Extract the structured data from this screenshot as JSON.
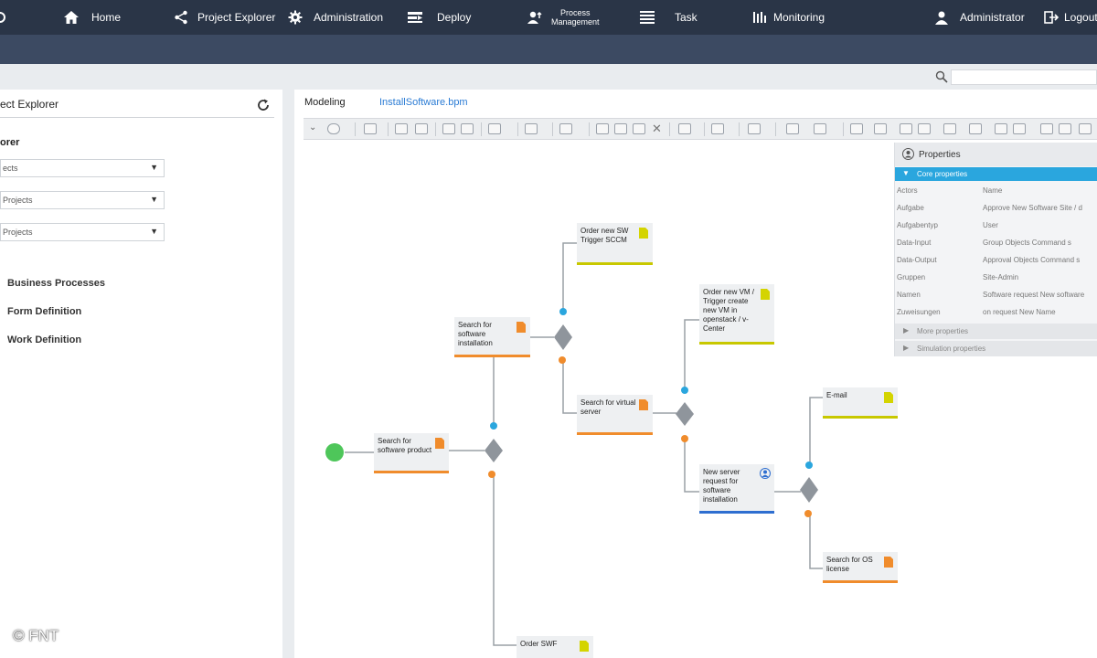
{
  "nav": {
    "home": "Home",
    "project_explorer": "Project Explorer",
    "administration": "Administration",
    "deploy": "Deploy",
    "process_management_line1": "Process",
    "process_management_line2": "Management",
    "task": "Task",
    "monitoring": "Monitoring",
    "user": "Administrator",
    "logout": "Logout"
  },
  "left": {
    "panel_title": "ect Explorer",
    "explorer_heading": "orer",
    "dropdowns": [
      {
        "value": "ects"
      },
      {
        "value": " Projects"
      },
      {
        "value": " Projects"
      }
    ],
    "tree": [
      "Business Processes",
      "Form Definition",
      "Work Definition"
    ]
  },
  "main": {
    "tab_modeling": "Modeling",
    "tab_file": "InstallSoftware.bpm"
  },
  "properties": {
    "header": "Properties",
    "core": "Core properties",
    "rows": [
      {
        "k": "Actors",
        "v": "Name"
      },
      {
        "k": "Aufgabe",
        "v": "Approve New Software Site / d"
      },
      {
        "k": "Aufgabentyp",
        "v": "User"
      },
      {
        "k": "Data-Input",
        "v": "Group Objects Command s"
      },
      {
        "k": "Data-Output",
        "v": "Approval Objects Command s"
      },
      {
        "k": "Gruppen",
        "v": "Site-Admin"
      },
      {
        "k": "Namen",
        "v": "Software request New software"
      },
      {
        "k": "Zuweisungen",
        "v": "on request New Name"
      }
    ],
    "more": "More properties",
    "simulation": "Simulation properties"
  },
  "nodes": {
    "search_product": "Search for software product",
    "search_install": "Search for software installation",
    "order_sw": "Order new SW Trigger SCCM",
    "search_virtual": "Search for virtual server",
    "order_vm": "Order new VM / Trigger create new VM in openstack / v-Center",
    "new_server": "New server request for software installation",
    "email": "E-mail",
    "search_os": "Search for OS license",
    "order_swf": "Order SWF"
  },
  "copyright": "© FNT",
  "colors": {
    "nav_bg": "#2a3547",
    "accent_blue": "#2aa6de",
    "start_green": "#4ec65a",
    "bar_orange": "#f08c2c",
    "bar_yellow": "#c8c800",
    "bar_blue": "#2e6ed0"
  }
}
